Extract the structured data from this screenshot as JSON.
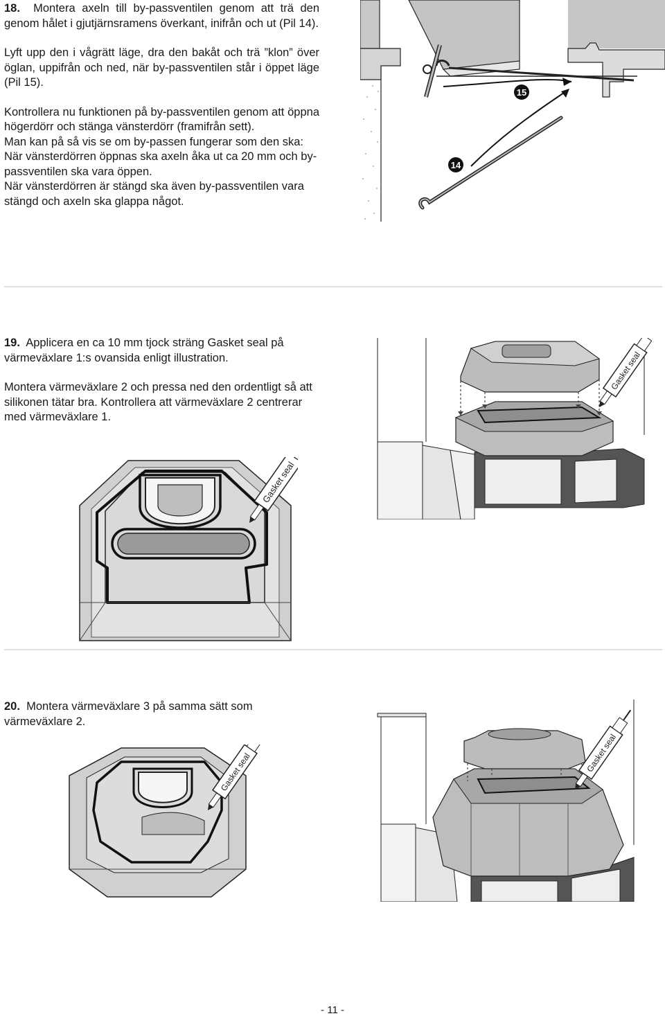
{
  "section18": {
    "number": "18.",
    "p1": "Montera axeln till by-passventilen genom att trä den genom hålet i gjutjärnsramens överkant, inifrån och ut (Pil 14).",
    "p2": "Lyft upp den i vågrätt läge, dra den bakåt och trä ”klon” över öglan, uppifrån och ned, när by-passventilen står i öppet läge (Pil 15).",
    "p3": "Kontrollera nu funktionen på by-passventilen genom att öppna högerdörr och stänga vänsterdörr (framifrån sett).",
    "p4": "Man kan på så vis se om by-passen fungerar som den ska:",
    "p5": "När vänsterdörren öppnas ska axeln åka ut ca 20 mm och by-passventilen ska vara öppen.",
    "p6": "När vänsterdörren är stängd ska även by-passventilen vara stängd och axeln ska glappa något.",
    "arrow14": "14",
    "arrow15": "15"
  },
  "section19": {
    "number": "19.",
    "p1": "Applicera en ca 10 mm tjock sträng Gasket seal på värmeväxlare 1:s ovansida enligt illustration.",
    "p2": "Montera värmeväxlare 2 och pressa ned den ordentligt så att silikonen tätar bra. Kontrollera att värmeväxlare 2 centrerar med värmeväxlare 1.",
    "gun_label_left": "Gasket seal",
    "gun_label_right": "Gasket seal"
  },
  "section20": {
    "number": "20.",
    "p1": "Montera värmeväxlare 3 på samma sätt som värmeväxlare 2.",
    "gun_label_left": "Gasket seal",
    "gun_label_right": "Gasket seal"
  },
  "page_number": "- 11 -"
}
